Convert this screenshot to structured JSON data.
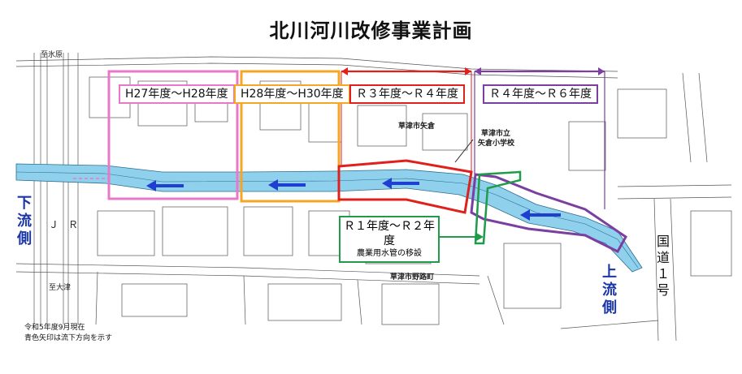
{
  "title": "北川河川改修事業計画",
  "phases": [
    {
      "id": "h27",
      "label": "H27年度～H28年度",
      "color": "#e879c9"
    },
    {
      "id": "h28",
      "label": "H28年度～H30年度",
      "color": "#f5a623"
    },
    {
      "id": "r3",
      "label": "Ｒ３年度～Ｒ４年度",
      "color": "#e0201d"
    },
    {
      "id": "r4",
      "label": "Ｒ４年度～Ｒ６年度",
      "color": "#7a3fa0"
    },
    {
      "id": "r1",
      "label": "Ｒ１年度～Ｒ２年度",
      "sublabel": "農業用水管の移設",
      "color": "#1e9c4a"
    }
  ],
  "place_labels": {
    "north": "至氷原",
    "south": "至大津",
    "yagura": "草津市矢倉",
    "school_line1": "草津市立",
    "school_line2": "矢倉小学校",
    "norojimachi": "草津市野路町",
    "jr": "Ｊ　Ｒ"
  },
  "side_labels": {
    "downstream": "下流側",
    "upstream": "上流側",
    "national_road": "国道１号"
  },
  "note": {
    "line1": "令和5年度9月現在",
    "line2": "青色矢印は流下方向を示す"
  },
  "colors": {
    "river": "#8fd0ec",
    "arrow": "#1f3fd1",
    "side_text": "#1a35a8"
  }
}
